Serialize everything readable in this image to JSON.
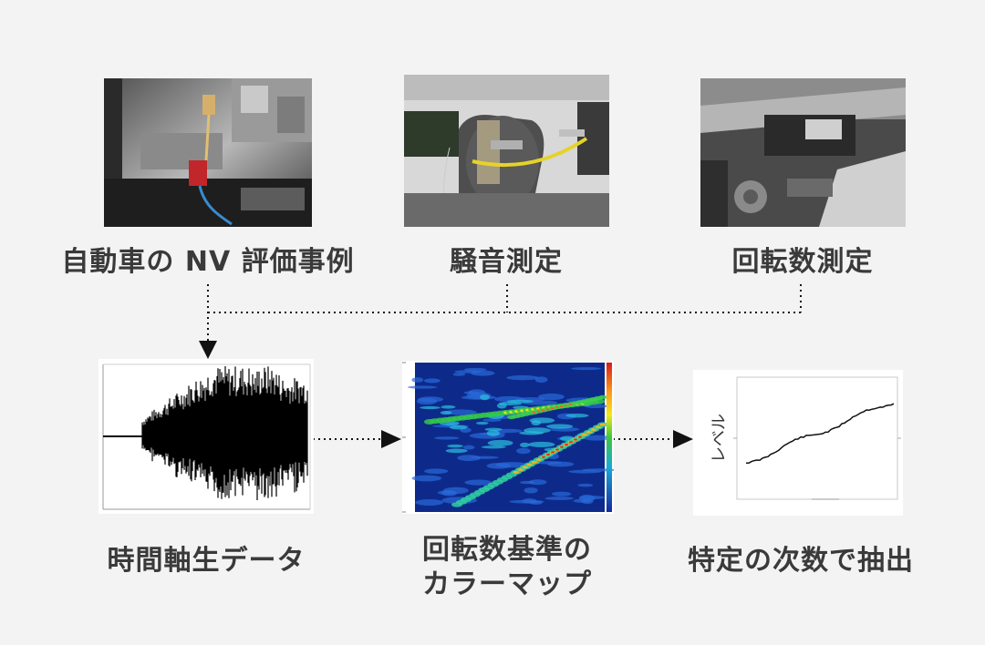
{
  "top_row": {
    "items": [
      {
        "label": "自動車の NV 評価事例"
      },
      {
        "label": "騒音測定"
      },
      {
        "label": "回転数測定"
      }
    ]
  },
  "bottom_row": {
    "items": [
      {
        "label": "時間軸生データ"
      },
      {
        "label_line1": "回転数基準の",
        "label_line2": "カラーマップ"
      },
      {
        "label": "特定の次数で抽出"
      }
    ]
  },
  "plot": {
    "ylabel": "レベル"
  },
  "colors": {
    "background": "#f3f3f3",
    "text": "#3a3a3a",
    "arrow": "#111111",
    "colormap_bg": "#0d2a8a"
  },
  "icons": [
    "engine-sensor-photo",
    "headrest-microphone-photo",
    "rotation-sensor-photo"
  ]
}
